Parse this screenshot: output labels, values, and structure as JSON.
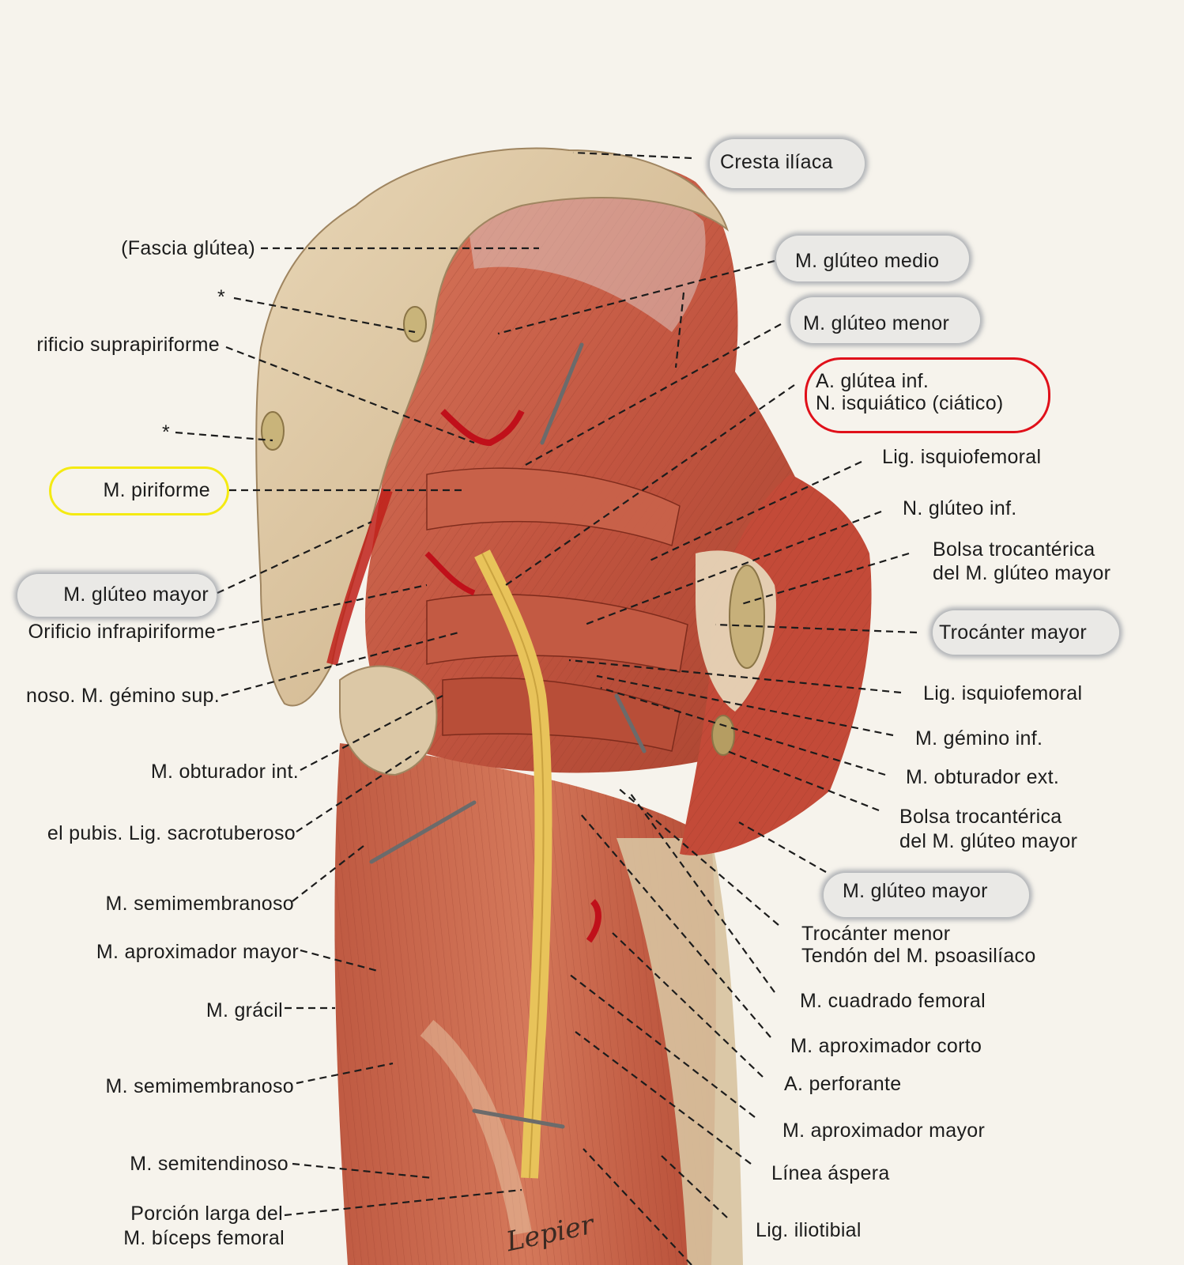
{
  "colors": {
    "highlight_gray": "#7a808c",
    "highlight_red": "#e0101a",
    "highlight_yellow": "#f4ea12",
    "muscle": "#c65a44",
    "nerve": "#e8c35a",
    "fascia": "#d9c4a2",
    "leader": "#1c1c1c"
  },
  "labels_left": [
    {
      "id": "fascia-glutea",
      "text": "(Fascia glútea)"
    },
    {
      "id": "asterisk-1",
      "text": "*"
    },
    {
      "id": "orificio-suprapiriforme",
      "text": "rificio suprapiriforme"
    },
    {
      "id": "asterisk-2",
      "text": "*"
    },
    {
      "id": "m-piriforme",
      "text": "M. piriforme"
    },
    {
      "id": "m-gluteo-mayor-left",
      "text": "M. glúteo mayor"
    },
    {
      "id": "orificio-infrapiriforme",
      "text": "Orificio infrapiriforme"
    },
    {
      "id": "gemino-sup",
      "text": "noso. M. gémino sup."
    },
    {
      "id": "m-obturador-int",
      "text": "M. obturador int."
    },
    {
      "id": "lig-sacrotuberoso",
      "text": "el pubis. Lig. sacrotuberoso"
    },
    {
      "id": "m-semimembranoso-1",
      "text": "M. semimembranoso"
    },
    {
      "id": "m-aproximador-mayor-left",
      "text": "M. aproximador mayor"
    },
    {
      "id": "m-gracil",
      "text": "M. grácil"
    },
    {
      "id": "m-semimembranoso-2",
      "text": "M. semimembranoso"
    },
    {
      "id": "m-semitendinoso",
      "text": "M. semitendinoso"
    },
    {
      "id": "porcion-larga-1",
      "text": "Porción larga del"
    },
    {
      "id": "porcion-larga-2",
      "text": "M. bíceps femoral"
    }
  ],
  "labels_right": [
    {
      "id": "cresta-iliaca",
      "text": "Cresta ilíaca"
    },
    {
      "id": "m-gluteo-medio",
      "text": "M. glúteo medio"
    },
    {
      "id": "m-gluteo-menor",
      "text": "M. glúteo menor"
    },
    {
      "id": "a-glutea-inf",
      "text": "A. glútea inf."
    },
    {
      "id": "n-isquiatico",
      "text": "N. isquiático (ciático)"
    },
    {
      "id": "lig-isquiofemoral-1",
      "text": "Lig. isquiofemoral"
    },
    {
      "id": "n-gluteo-inf",
      "text": "N. glúteo inf."
    },
    {
      "id": "bolsa-troc-1a",
      "text": "Bolsa trocantérica"
    },
    {
      "id": "bolsa-troc-1b",
      "text": "del M. glúteo mayor"
    },
    {
      "id": "trocanter-mayor",
      "text": "Trocánter mayor"
    },
    {
      "id": "lig-isquiofemoral-2",
      "text": "Lig. isquiofemoral"
    },
    {
      "id": "m-gemino-inf",
      "text": "M. gémino inf."
    },
    {
      "id": "m-obturador-ext",
      "text": "M. obturador ext."
    },
    {
      "id": "bolsa-troc-2a",
      "text": "Bolsa trocantérica"
    },
    {
      "id": "bolsa-troc-2b",
      "text": "del M. glúteo mayor"
    },
    {
      "id": "m-gluteo-mayor-right",
      "text": "M. glúteo mayor"
    },
    {
      "id": "trocanter-menor",
      "text": "Trocánter menor"
    },
    {
      "id": "tendon-psoasiliaco",
      "text": "Tendón del M. psoasilíaco"
    },
    {
      "id": "m-cuadrado-femoral",
      "text": "M. cuadrado femoral"
    },
    {
      "id": "m-aproximador-corto",
      "text": "M. aproximador corto"
    },
    {
      "id": "a-perforante",
      "text": "A. perforante"
    },
    {
      "id": "m-aproximador-mayor-right",
      "text": "M. aproximador mayor"
    },
    {
      "id": "linea-aspera",
      "text": "Línea áspera"
    },
    {
      "id": "lig-iliotibial",
      "text": "Lig. iliotibial"
    }
  ],
  "signature": "Lepier"
}
